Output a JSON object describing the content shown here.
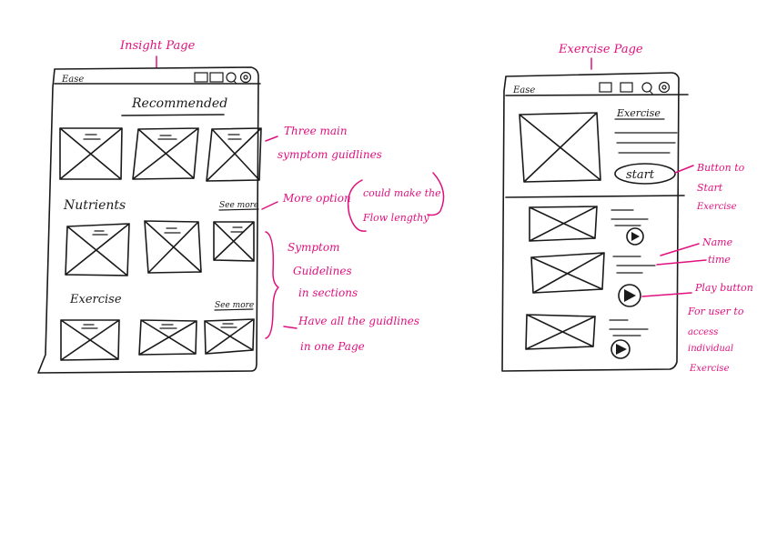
{
  "colors": {
    "ink": "#1a1a1a",
    "annotation": "#e0107e",
    "paper": "#ffffff"
  },
  "insight": {
    "page_title": "Insight Page",
    "app_name": "Ease",
    "header_icons": [
      "square-icon",
      "square-icon",
      "search-icon",
      "profile-icon"
    ],
    "recommended_title": "Recommended",
    "nutrients_title": "Nutrients",
    "nutrients_link": "See more",
    "exercise_title": "Exercise",
    "exercise_link": "See more"
  },
  "exercise": {
    "page_title": "Exercise Page",
    "app_name": "Ease",
    "header_icons": [
      "square-icon",
      "square-icon",
      "search-icon",
      "profile-icon"
    ],
    "hero_title": "Exercise",
    "start_button": "start"
  },
  "annotations": {
    "three_main_1": "Three main",
    "three_main_2": "symptom guidlines",
    "more_option": "More option",
    "could_make_1": "could make the",
    "could_make_2": "Flow lengthy",
    "symptom_1": "Symptom",
    "symptom_2": "Guidelines",
    "symptom_3": "in sections",
    "have_all_1": "Have all the guidlines",
    "have_all_2": "in one Page",
    "button_1": "Button to",
    "button_2": "Start",
    "button_3": "Exercise",
    "name": "Name",
    "time": "time",
    "play_1": "Play button",
    "play_2": "For user to",
    "play_3": "access",
    "play_4": "individual",
    "play_5": "Exercise"
  }
}
